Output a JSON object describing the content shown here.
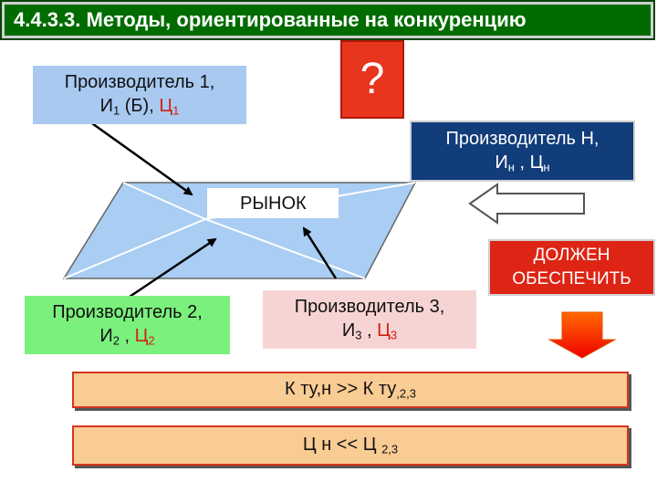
{
  "title": "4.4.3.3. Методы, ориентированные на конкуренцию",
  "question_mark": "?",
  "market_label": "РЫНОК",
  "producer1": {
    "line1": "Производитель 1,",
    "i": "И",
    "i_sub": "1",
    "b": " (Б), ",
    "p": "Ц",
    "p_sub": "1"
  },
  "producerH": {
    "line1": "Производитель Н,",
    "i": "И",
    "i_sub": "н",
    "sep": " , ",
    "p": "Ц",
    "p_sub": "н"
  },
  "producer2": {
    "line1": "Производитель 2,",
    "i": "И",
    "i_sub": "2",
    "sep": " , ",
    "p": "Ц",
    "p_sub": "2"
  },
  "producer3": {
    "line1": "Производитель 3,",
    "i": "И",
    "i_sub": "3",
    "sep": " , ",
    "p": "Ц",
    "p_sub": "3"
  },
  "must_provide": {
    "line1": "ДОЛЖЕН",
    "line2": "ОБЕСПЕЧИТЬ"
  },
  "condition1": {
    "text": "К ту,н >> К ту",
    "sub": ",2,3"
  },
  "condition2": {
    "text": "Ц н << Ц ",
    "sub": "2,3"
  },
  "colors": {
    "title_bg": "#006c00",
    "producer1_bg": "#a9c9f1",
    "producerH_bg": "#113d7a",
    "producer2_bg": "#7cf07c",
    "producer3_bg": "#f7d4d4",
    "question_bg": "#e8351e",
    "must_bg": "#de2414",
    "condition_bg": "#f9cc94",
    "market_fill": "#a9cdf3"
  }
}
